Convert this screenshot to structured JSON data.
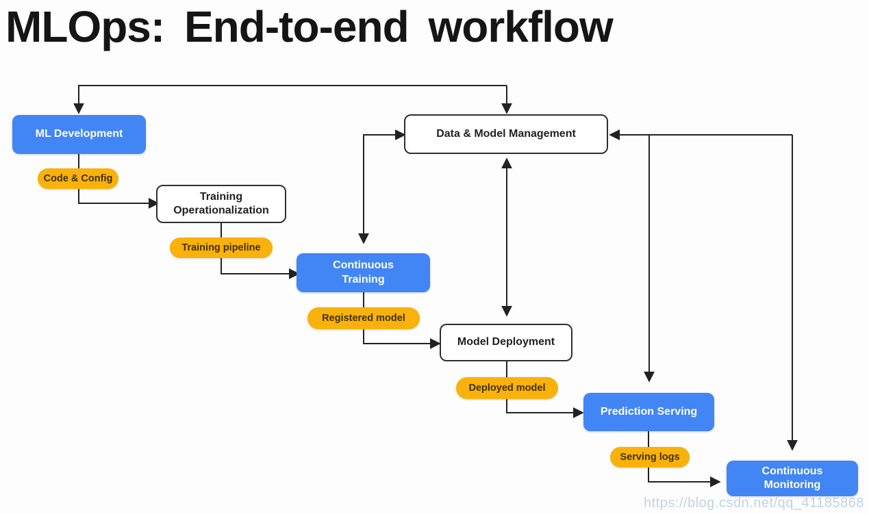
{
  "title": "MLOps: End-to-end workflow",
  "watermark": "https://blog.csdn.net/qq_41185868",
  "colors": {
    "node_blue": "#4285F4",
    "artifact_yellow": "#F9B10C",
    "outline_dark": "#2E2E2E",
    "line_color": "#222222",
    "watermark_color": "#9ABBD8"
  },
  "diagram": {
    "nodes": [
      {
        "id": "ml-development",
        "label": "ML Development",
        "style": "blue"
      },
      {
        "id": "training-operationalization",
        "label": "Training Operationalization",
        "style": "outline"
      },
      {
        "id": "data-model-management",
        "label": "Data & Model Management",
        "style": "outline"
      },
      {
        "id": "continuous-training",
        "label": "Continuous Training",
        "style": "blue"
      },
      {
        "id": "model-deployment",
        "label": "Model Deployment",
        "style": "outline"
      },
      {
        "id": "prediction-serving",
        "label": "Prediction Serving",
        "style": "blue"
      },
      {
        "id": "continuous-monitoring",
        "label": "Continuous Monitoring",
        "style": "blue"
      }
    ],
    "artifacts": [
      {
        "id": "code-config",
        "label": "Code & Config"
      },
      {
        "id": "training-pipeline",
        "label": "Training pipeline"
      },
      {
        "id": "registered-model",
        "label": "Registered model"
      },
      {
        "id": "deployed-model",
        "label": "Deployed model"
      },
      {
        "id": "serving-logs",
        "label": "Serving logs"
      }
    ]
  }
}
